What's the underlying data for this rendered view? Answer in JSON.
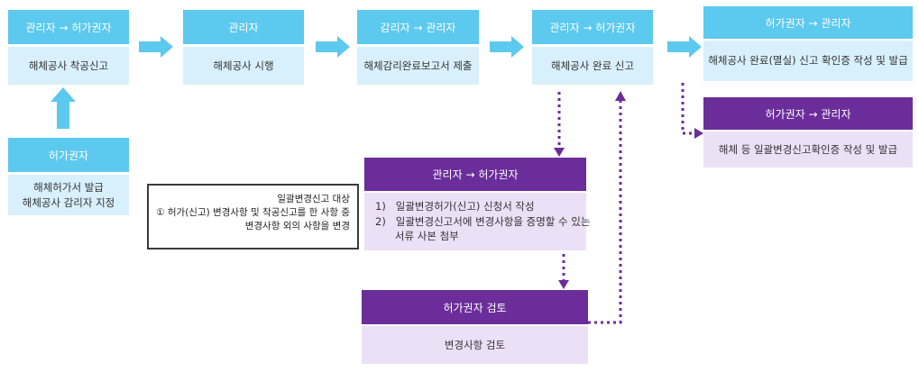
{
  "row1": [
    {
      "header": "관리자 → 허가권자",
      "body": "해체공사 착공신고"
    },
    {
      "header": "관리자",
      "body": "해체공사 시행"
    },
    {
      "header": "감리자 → 관리자",
      "body": "해체감리완료보고서 제출"
    },
    {
      "header": "관리자 → 허가권자",
      "body": "해체공사 완료 신고"
    },
    {
      "header": "허가권자 → 관리자",
      "body": "해체공사 완료(멸실) 신고 확인증 작성 및  발급"
    }
  ],
  "permit": {
    "header": "허가권자",
    "body1": "해체허가서 발급",
    "body2": "해체공사 감리자 지정"
  },
  "change_issue": {
    "header": "허가권자 → 관리자",
    "body": "해체 등 일괄변경신고확인증 작성 및 발급"
  },
  "change_report": {
    "header": "관리자 → 허가권자",
    "line1": "1)   일괄변경허가(신고) 신청서 작성",
    "line2": "2)   일괄변경신고서에 변경사항을 증명할 수 있는",
    "line3": "      서류 사본 첨부"
  },
  "review": {
    "header": "허가권자 검토",
    "body": "변경사항 검토"
  },
  "note": {
    "title": "일괄변경신고 대상",
    "line1": "①   허가(신고) 변경사항 및 착공신고를 한 사항 중",
    "line2": "변경사항  외의 사항을 변경"
  },
  "colors": {
    "blue_header": "#5cc9ee",
    "blue_body": "#d8f0fb",
    "purple_header": "#6a2d9a",
    "purple_body": "#ece0f6",
    "arrow_blue": "#5cc9ee",
    "dotted": "#6a2d9a"
  }
}
